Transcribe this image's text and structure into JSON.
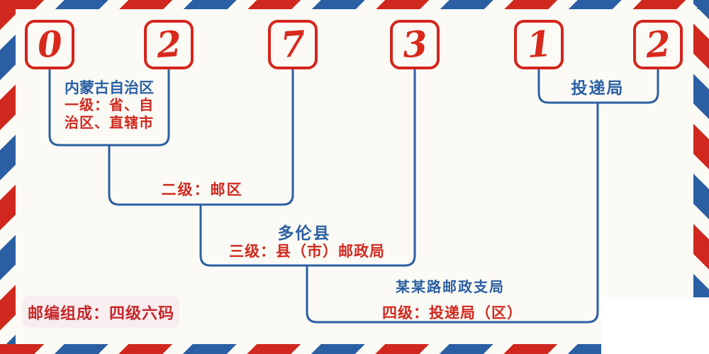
{
  "postal_code": {
    "digits": [
      "0",
      "2",
      "7",
      "3",
      "1",
      "2"
    ]
  },
  "levels": [
    {
      "id": "level1",
      "place": "内蒙古自治区",
      "desc_line1": "一级：省、自",
      "desc_line2": "治区、直辖市"
    },
    {
      "id": "level2",
      "desc": "二级：邮区"
    },
    {
      "id": "level3",
      "place": "多伦县",
      "desc": "三级：县（市）邮政局"
    },
    {
      "id": "delivery",
      "place": "投递局"
    },
    {
      "id": "level4",
      "place": "某某路邮政支局",
      "desc": "四级：投递局（区）"
    }
  ],
  "badge": {
    "text": "邮编组成：四级六码"
  },
  "colors": {
    "red": "#d0281e",
    "digit_red": "#d8291d",
    "blue": "#2b5fa3",
    "background": "#fbfaf5",
    "badge_background": "#f8edef",
    "badge_text": "#c5262a"
  }
}
